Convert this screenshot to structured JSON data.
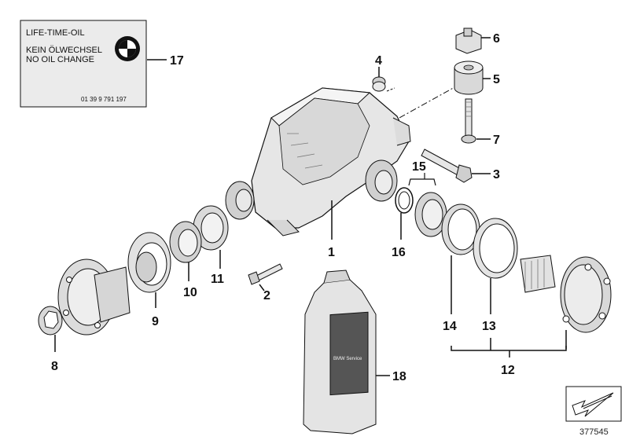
{
  "oil_label": {
    "title": "LIFE-TIME-OIL",
    "line1": "KEIN ÖLWECHSEL",
    "line2": "NO OIL CHANGE",
    "part_no": "01 39 9 791 197",
    "logo": "bmw-roundel"
  },
  "bottle_label": "BMW Service",
  "callouts": [
    "1",
    "2",
    "3",
    "4",
    "5",
    "6",
    "7",
    "8",
    "9",
    "10",
    "11",
    "12",
    "13",
    "14",
    "15",
    "16",
    "17",
    "18"
  ],
  "reference_number": "377545",
  "corner_icon": "diagonal-arrow-icon",
  "colors": {
    "background": "#ffffff",
    "line": "#111111",
    "label_bg": "#ebebeb",
    "part_fill": "#e6e6e6",
    "part_shade": "#bdbdbd"
  }
}
